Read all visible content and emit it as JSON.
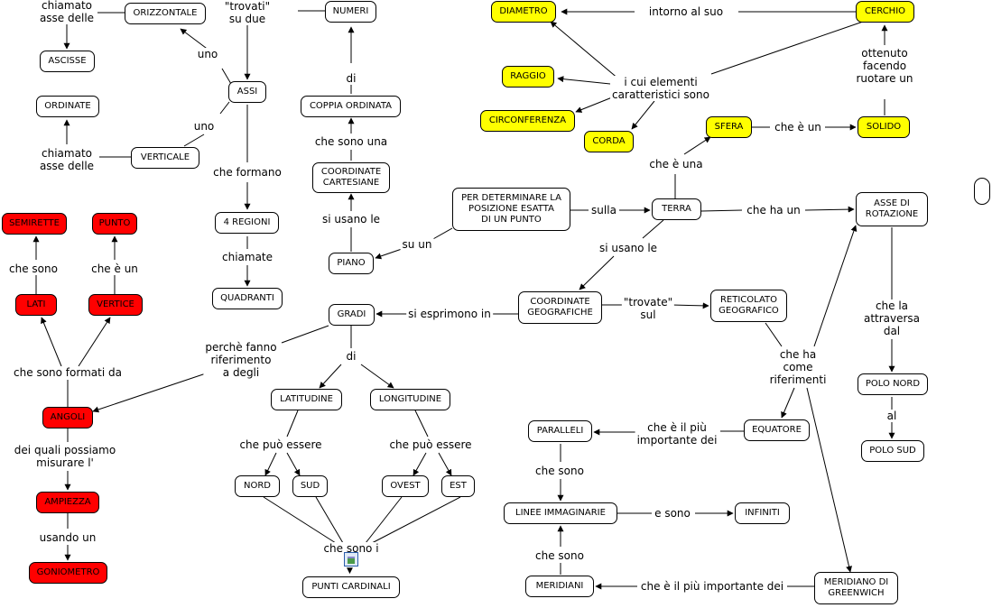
{
  "nodes": {
    "orizzontale": "ORIZZONTALE",
    "numeri": "NUMERI",
    "ascisse": "ASCISSE",
    "assi": "ASSI",
    "ordinate": "ORDINATE",
    "coppia_ordinata": "COPPIA ORDINATA",
    "verticale": "VERTICALE",
    "coordinate_cartesiane": "COORDINATE\nCARTESIANE",
    "quattro_regioni": "4 REGIONI",
    "quadranti": "QUADRANTI",
    "piano": "PIANO",
    "semirette": "SEMIRETTE",
    "punto": "PUNTO",
    "lati": "LATI",
    "vertice": "VERTICE",
    "angoli": "ANGOLI",
    "ampiezza": "AMPIEZZA",
    "goniometro": "GONIOMETRO",
    "diametro": "DIAMETRO",
    "cerchio": "CERCHIO",
    "raggio": "RAGGIO",
    "circonferenza": "CIRCONFERENZA",
    "corda": "CORDA",
    "sfera": "SFERA",
    "solido": "SOLIDO",
    "per_determinare": "PER DETERMINARE LA\nPOSIZIONE ESATTA\nDI UN PUNTO",
    "terra": "TERRA",
    "asse_rotazione": "ASSE DI\nROTAZIONE",
    "gradi": "GRADI",
    "coordinate_geografiche": "COORDINATE\nGEOGRAFICHE",
    "reticolato": "RETICOLATO\nGEOGRAFICO",
    "latitudine": "LATITUDINE",
    "longitudine": "LONGITUDINE",
    "nord": "NORD",
    "sud": "SUD",
    "ovest": "OVEST",
    "est": "EST",
    "punti_cardinali": "PUNTI CARDINALI",
    "paralleli": "PARALLELI",
    "equatore": "EQUATORE",
    "linee_immaginarie": "LINEE IMMAGINARIE",
    "infiniti": "INFINITI",
    "meridiani": "MERIDIANI",
    "meridiano_greenwich": "MERIDIANO DI\nGREENWICH",
    "polo_nord": "POLO NORD",
    "polo_sud": "POLO SUD"
  },
  "labels": {
    "chiamato_asse_x": "chiamato\nasse delle",
    "trovati_su_due": "\"trovati\"\nsu due",
    "uno_top": "uno",
    "uno_bottom": "uno",
    "chiamato_asse_y": "chiamato\nasse delle",
    "di_numeri": "di",
    "che_sono_una": "che sono una",
    "che_formano": "che formano",
    "chiamate": "chiamate",
    "si_usano_le_cart": "si usano le",
    "su_un": "su un",
    "che_sono_semirette": "che sono",
    "che_e_un_punto": "che è un",
    "che_sono_formati_da": "che sono formati da",
    "dei_quali": "dei quali possiamo\nmisurare l'",
    "usando_un": "usando un",
    "perche_fanno": "perchè fanno\nriferimento\na degli",
    "intorno_al_suo": "intorno al suo",
    "ottenuto": "ottenuto\nfacendo\nruotare un",
    "i_cui_elementi": "i cui elementi\ncaratteristici sono",
    "che_e_un_solido": "che è un",
    "che_e_una": "che è una",
    "sulla": "sulla",
    "che_ha_un": "che ha un",
    "si_usano_le_geo": "si usano le",
    "si_esprimono_in": "si esprimono in",
    "trovate_sul": "\"trovate\"\nsul",
    "di_gradi": "di",
    "che_puo_essere_lat": "che può essere",
    "che_puo_essere_long": "che può essere",
    "che_sono_i": "che sono i",
    "che_ha_come": "che ha\ncome\nriferimenti",
    "che_e_il_piu_paralleli": "che è il più\nimportante dei",
    "che_sono_paralleli": "che sono",
    "e_sono": "e sono",
    "che_sono_meridiani": "che sono",
    "che_e_il_piu_meridiani": "che è il più importante dei",
    "che_la_attraversa": "che la\nattraversa\ndal",
    "al": "al"
  },
  "colors": {
    "highlight": "#ffff00",
    "alert": "#ff0000",
    "line": "#000000"
  },
  "icons": {
    "attachment": "image-icon"
  }
}
